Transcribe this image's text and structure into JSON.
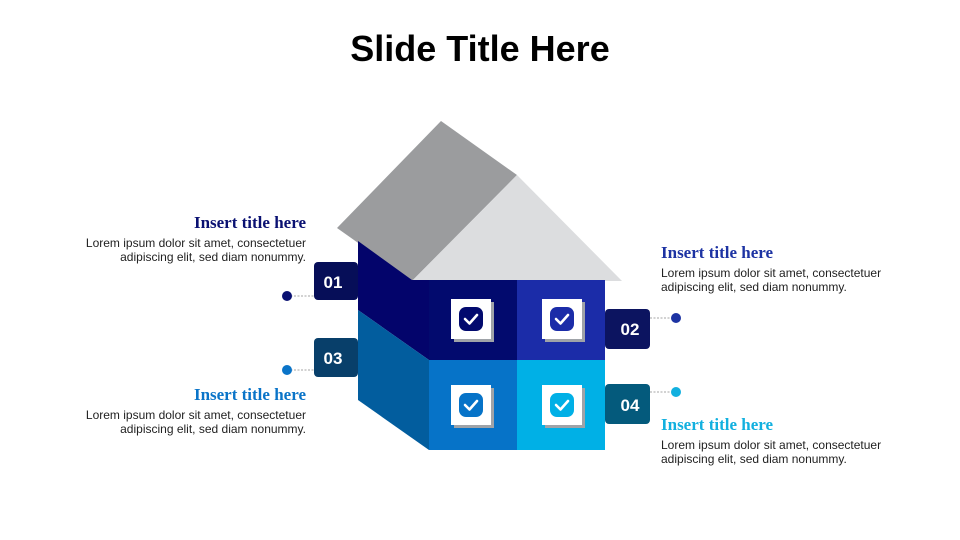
{
  "slide": {
    "title": "Slide Title Here"
  },
  "colors": {
    "roof_dark": "#9b9c9e",
    "roof_light": "#dcdddf",
    "wall_top_side": "#03046b",
    "wall_bottom_side": "#025d9e",
    "cell_1": "#020a6e",
    "cell_2": "#1b2ca8",
    "cell_3": "#0673c8",
    "cell_4": "#00b0e6",
    "badge_1": "#060e58",
    "badge_2": "#0c1460",
    "badge_3": "#083f6a",
    "badge_4": "#045a7c",
    "title_1": "#0a1172",
    "title_2": "#1d33a3",
    "title_3": "#0a74c8",
    "title_4": "#12b0df"
  },
  "items": [
    {
      "number": "01",
      "title": "Insert title here",
      "body_line1": "Lorem ipsum dolor sit amet, consectetuer",
      "body_line2": "adipiscing elit, sed diam nonummy.",
      "icon": "check-icon"
    },
    {
      "number": "02",
      "title": "Insert title here",
      "body_line1": "Lorem ipsum dolor sit amet, consectetuer",
      "body_line2": "adipiscing elit, sed diam nonummy.",
      "icon": "check-icon"
    },
    {
      "number": "03",
      "title": "Insert title here",
      "body_line1": "Lorem ipsum dolor sit amet, consectetuer",
      "body_line2": "adipiscing elit, sed diam nonummy.",
      "icon": "check-icon"
    },
    {
      "number": "04",
      "title": "Insert title here",
      "body_line1": "Lorem ipsum dolor sit amet, consectetuer",
      "body_line2": "adipiscing elit, sed diam nonummy.",
      "icon": "check-icon"
    }
  ]
}
